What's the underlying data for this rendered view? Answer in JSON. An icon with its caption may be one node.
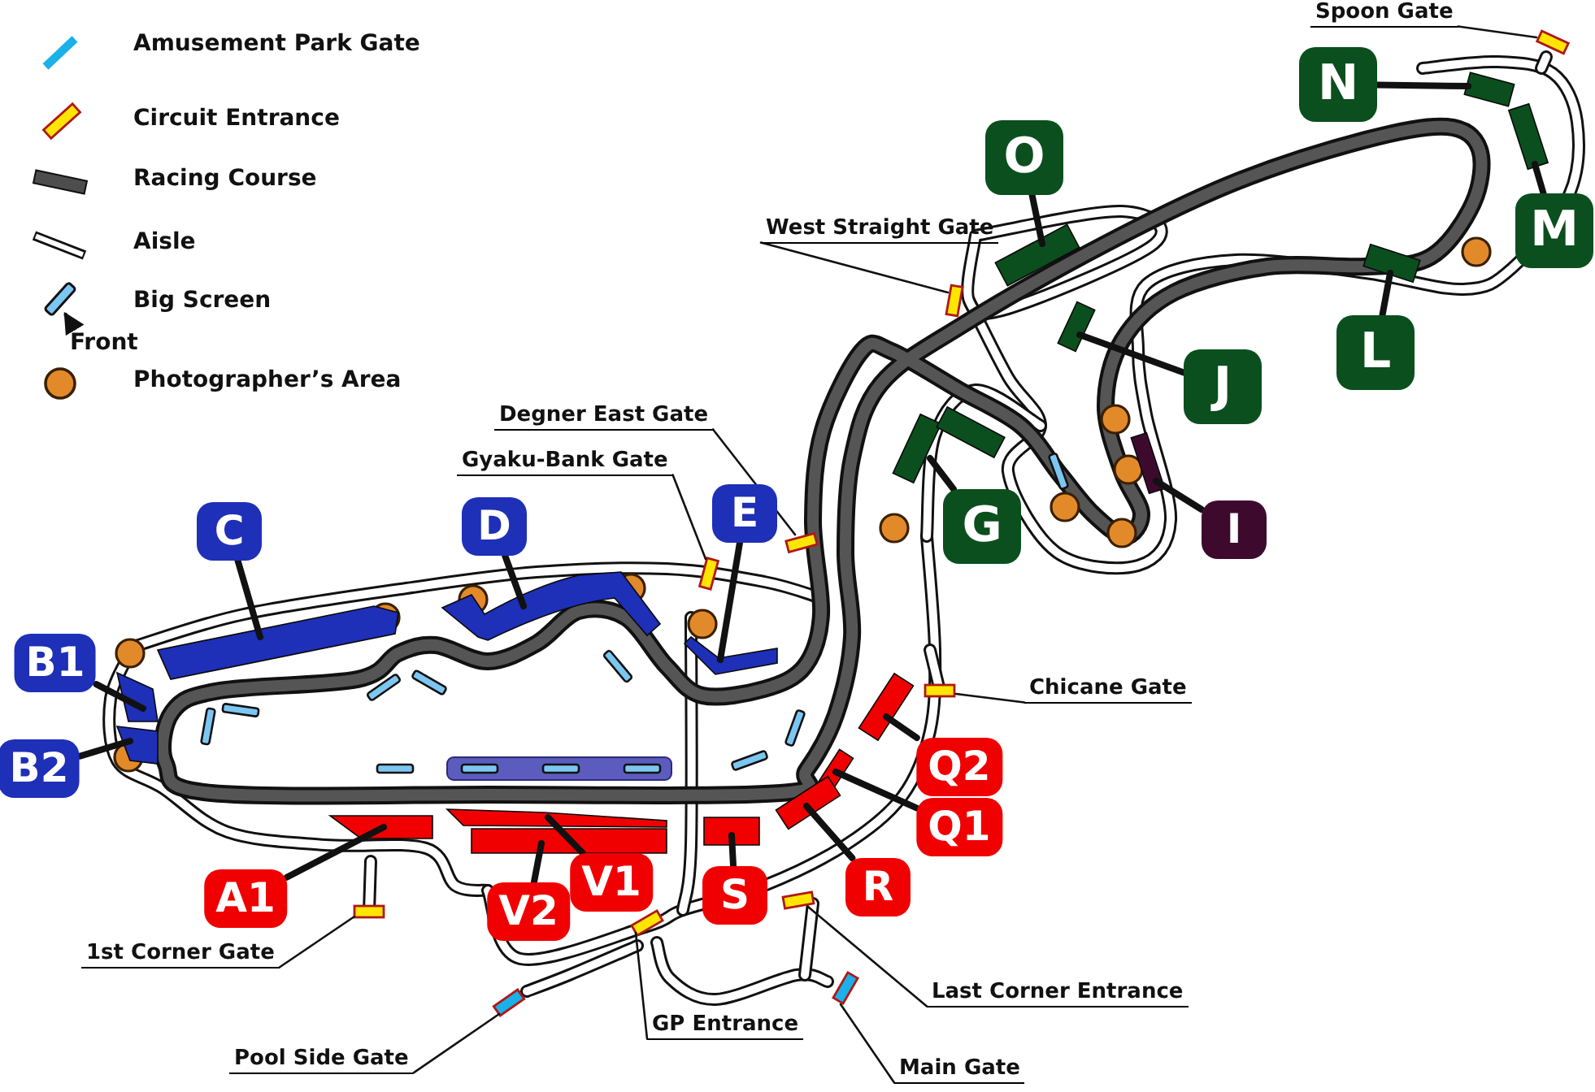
{
  "diagram": {
    "nodes": [
      {
        "text": [
          "Spoon Gate"
        ]
      },
      {
        "text": [
          "N"
        ]
      },
      {
        "text": [
          "O"
        ]
      },
      {
        "text": [
          "West Straight Gate"
        ]
      },
      {
        "text": [
          "M"
        ]
      },
      {
        "text": [
          "L"
        ]
      },
      {
        "text": [
          "J"
        ]
      },
      {
        "text": [
          "Degner East Gate"
        ]
      },
      {
        "text": [
          "Gyaku-Bank Gate"
        ]
      },
      {
        "text": [
          "C"
        ]
      },
      {
        "text": [
          "D"
        ]
      },
      {
        "text": [
          "E"
        ]
      },
      {
        "text": [
          "G"
        ]
      },
      {
        "text": [
          "I"
        ]
      },
      {
        "text": [
          "B1"
        ]
      },
      {
        "text": [
          "Chicane Gate"
        ]
      },
      {
        "text": [
          "B2"
        ]
      },
      {
        "text": [
          "Q2"
        ]
      },
      {
        "text": [
          "Q1"
        ]
      },
      {
        "text": [
          "R"
        ]
      },
      {
        "text": [
          "A1"
        ]
      },
      {
        "text": [
          "V1"
        ]
      },
      {
        "text": [
          "S"
        ]
      },
      {
        "text": [
          "V2"
        ]
      },
      {
        "text": [
          "1st Corner Gate"
        ]
      },
      {
        "text": [
          "Last Corner Entrance"
        ]
      },
      {
        "text": [
          "GP Entrance"
        ]
      },
      {
        "text": [
          "Pool Side Gate"
        ]
      },
      {
        "text": [
          "Main Gate"
        ]
      },
      {
        "text": [],
        "shape": "bar"
      },
      {
        "text": [],
        "shape": "box"
      },
      {
        "text": [],
        "shape": "box"
      },
      {
        "text": [],
        "shape": "bar"
      },
      {
        "text": [],
        "shape": "box"
      },
      {
        "text": [],
        "shape": "box"
      },
      {
        "text": [],
        "shape": "box"
      },
      {
        "text": [],
        "shape": "bar"
      },
      {
        "text": [],
        "shape": "bar"
      },
      {
        "text": [],
        "shape": "box"
      },
      {
        "text": [],
        "shape": "box"
      },
      {
        "text": [],
        "shape": "box"
      },
      {
        "text": [],
        "shape": "box"
      },
      {
        "text": [],
        "shape": "box"
      },
      {
        "text": [],
        "shape": "box"
      },
      {
        "text": [],
        "shape": "bar"
      },
      {
        "text": [],
        "shape": "box"
      },
      {
        "text": [],
        "shape": "box"
      },
      {
        "text": [],
        "shape": "box"
      },
      {
        "text": [],
        "shape": "box"
      },
      {
        "text": [],
        "shape": "box"
      },
      {
        "text": [],
        "shape": "box"
      },
      {
        "text": [],
        "shape": "box"
      },
      {
        "text": [],
        "shape": "box"
      },
      {
        "text": [],
        "shape": "bar"
      },
      {
        "text": [],
        "shape": "bar"
      },
      {
        "text": [],
        "shape": "bar"
      },
      {
        "text": [],
        "shape": "bar"
      },
      {
        "text": [],
        "shape": "bar"
      }
    ],
    "edges": [
      {
        "from": 0,
        "to": 29,
        "arrow": "none"
      },
      {
        "from": 1,
        "to": 30,
        "arrow": "none"
      },
      {
        "from": 2,
        "to": 31,
        "arrow": "none"
      },
      {
        "from": 3,
        "to": 32,
        "arrow": "none"
      },
      {
        "from": 4,
        "to": 33,
        "arrow": "none"
      },
      {
        "from": 5,
        "to": 34,
        "arrow": "none"
      },
      {
        "from": 6,
        "to": 35,
        "arrow": "none"
      },
      {
        "from": 7,
        "to": 36,
        "arrow": "none"
      },
      {
        "from": 8,
        "to": 37,
        "arrow": "none"
      },
      {
        "from": 9,
        "to": 38,
        "arrow": "none"
      },
      {
        "from": 10,
        "to": 39,
        "arrow": "none"
      },
      {
        "from": 11,
        "to": 40,
        "arrow": "none"
      },
      {
        "from": 12,
        "to": 41,
        "arrow": "none"
      },
      {
        "from": 13,
        "to": 42,
        "arrow": "none"
      },
      {
        "from": 14,
        "to": 43,
        "arrow": "none"
      },
      {
        "from": 15,
        "to": 44,
        "arrow": "none"
      },
      {
        "from": 16,
        "to": 45,
        "arrow": "none"
      },
      {
        "from": 17,
        "to": 46,
        "arrow": "none"
      },
      {
        "from": 18,
        "to": 47,
        "arrow": "none"
      },
      {
        "from": 19,
        "to": 48,
        "arrow": "none"
      },
      {
        "from": 20,
        "to": 49,
        "arrow": "none"
      },
      {
        "from": 21,
        "to": 50,
        "arrow": "none"
      },
      {
        "from": 22,
        "to": 51,
        "arrow": "none"
      },
      {
        "from": 23,
        "to": 52,
        "arrow": "none"
      },
      {
        "from": 24,
        "to": 53,
        "arrow": "none"
      },
      {
        "from": 25,
        "to": 54,
        "arrow": "none"
      },
      {
        "from": 26,
        "to": 55,
        "arrow": "none"
      },
      {
        "from": 27,
        "to": 56,
        "arrow": "none"
      },
      {
        "from": 28,
        "to": 57,
        "arrow": "none"
      }
    ],
    "labels": [
      "Front"
    ],
    "legend": [
      {
        "text": "Amusement Park Gate"
      },
      {
        "text": "Circuit Entrance"
      },
      {
        "text": "Racing Course"
      },
      {
        "text": "Aisle"
      },
      {
        "text": "Big Screen"
      },
      {
        "text": "Photographer’s Area"
      }
    ]
  }
}
